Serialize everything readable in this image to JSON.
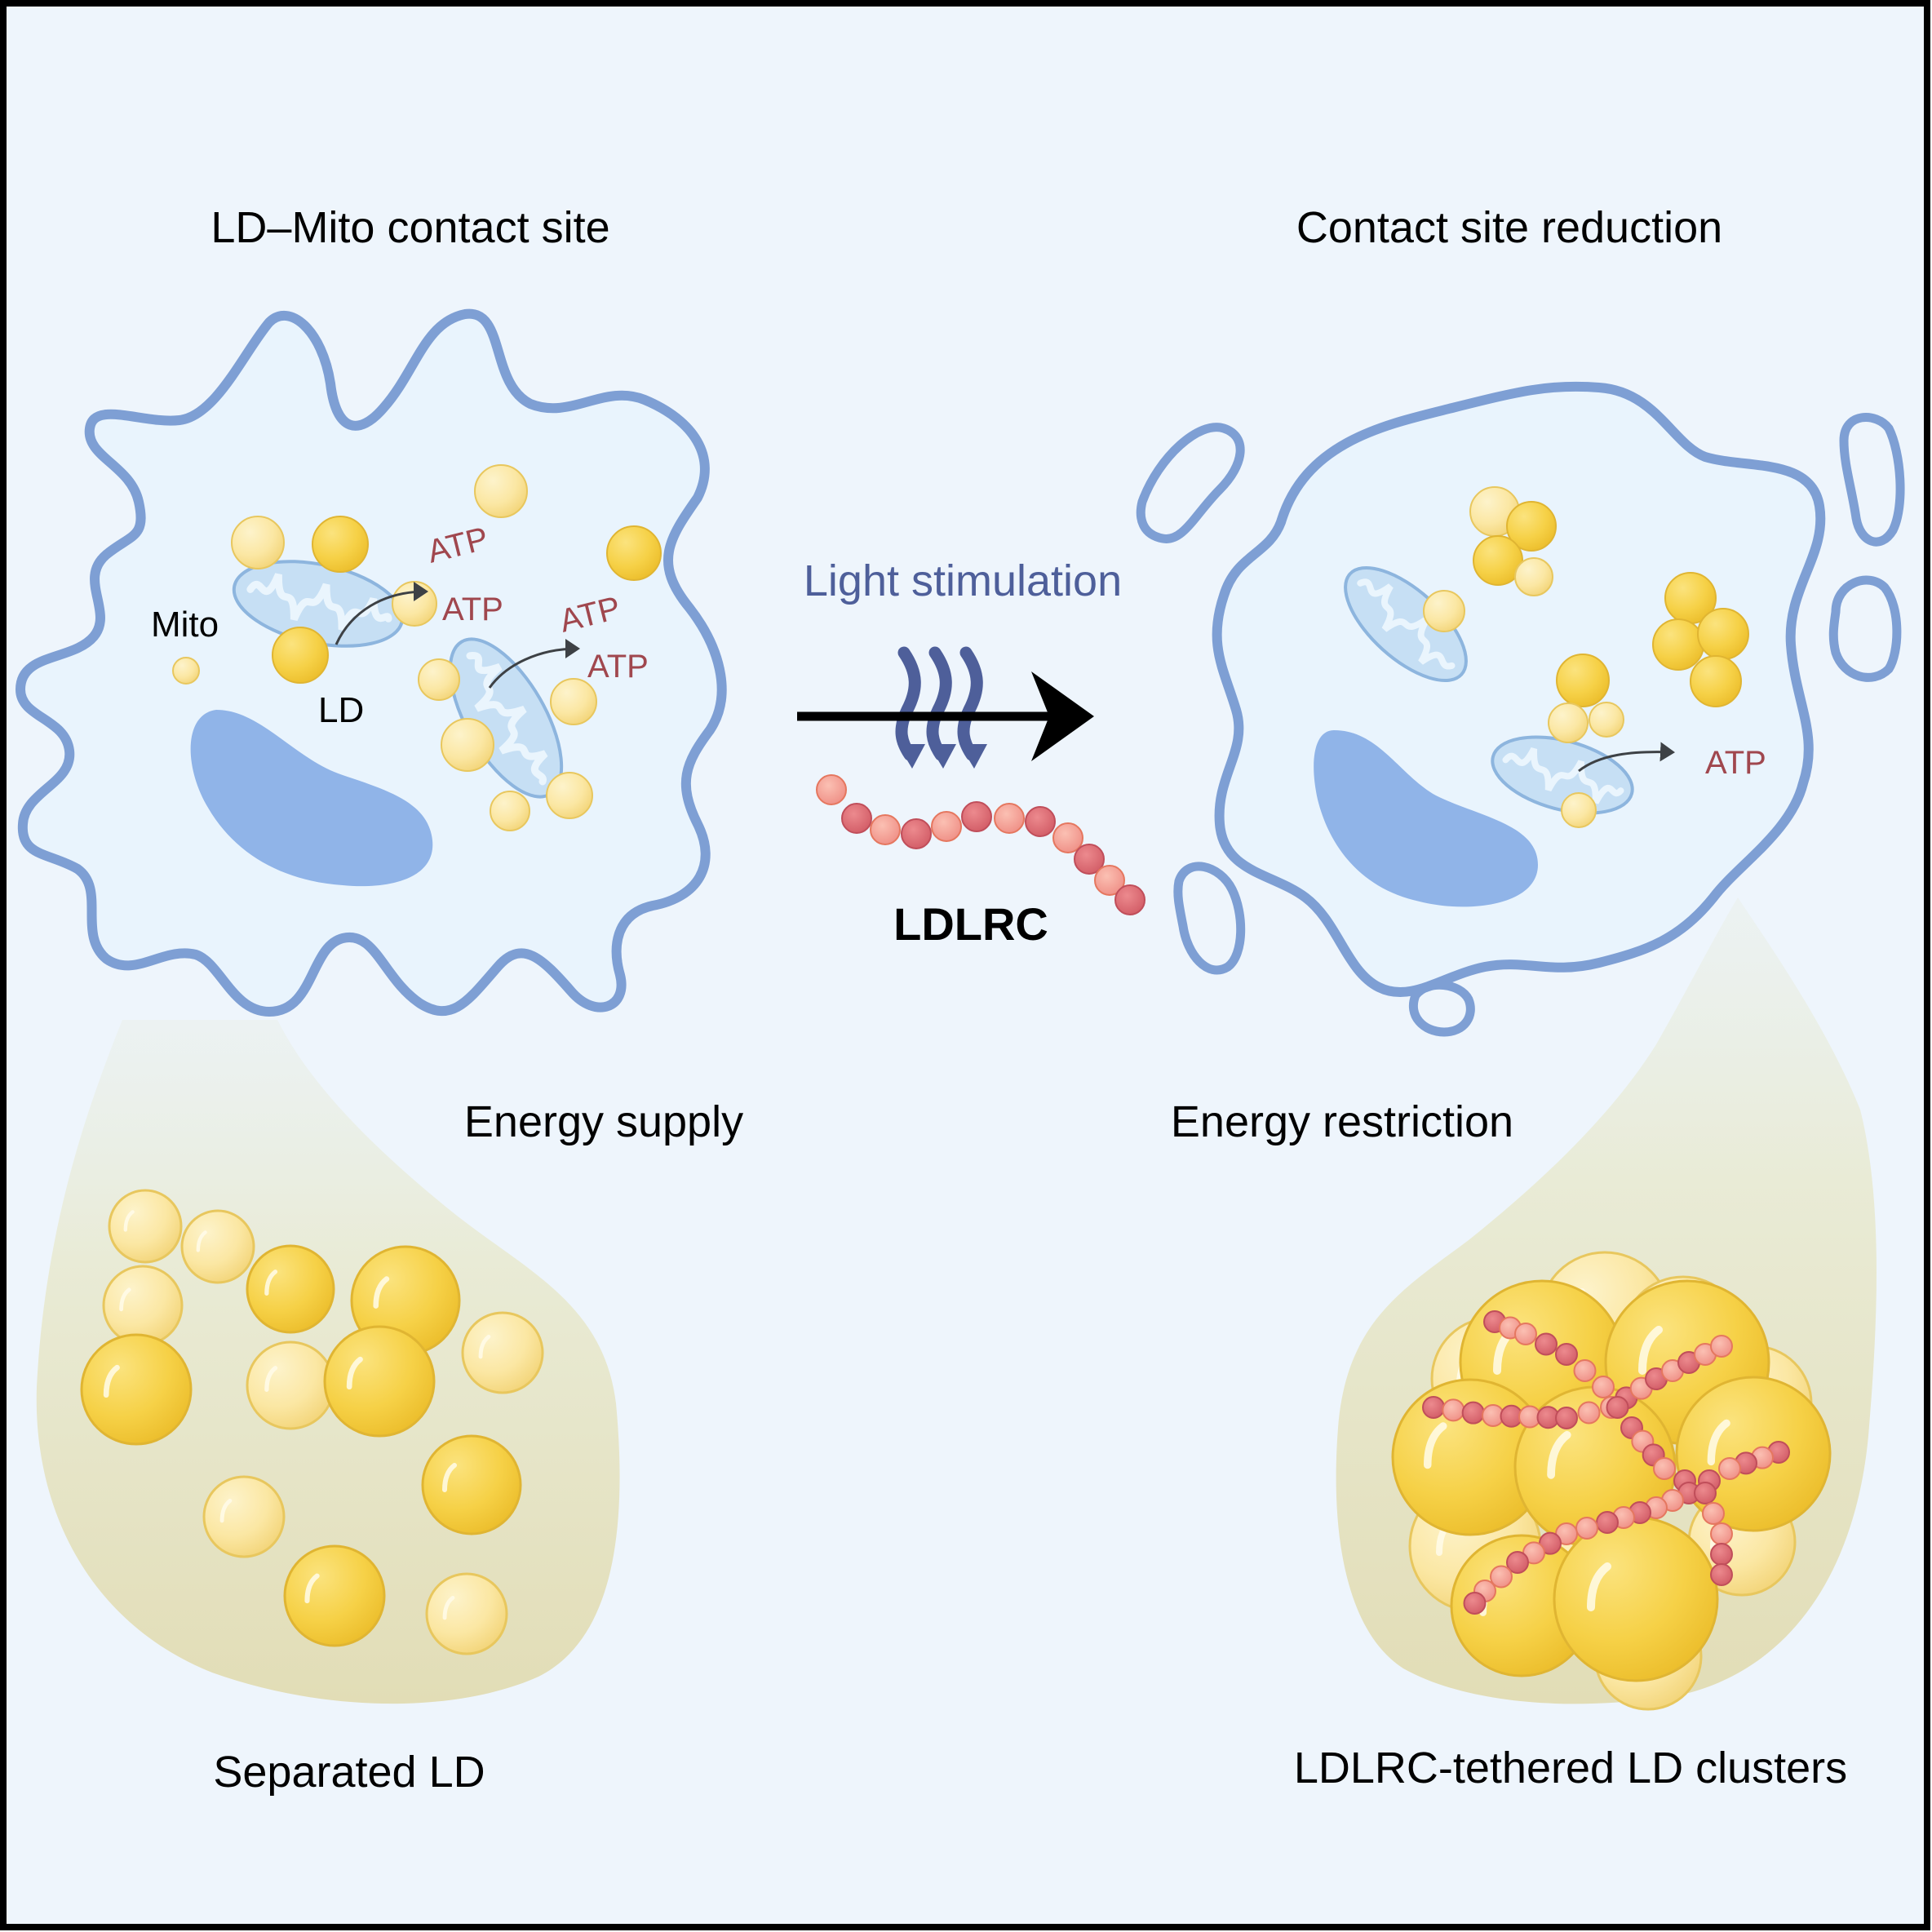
{
  "figure": {
    "left_panel": {
      "title": "LD–Mito contact site",
      "mito_label": "Mito",
      "ld_label": "LD",
      "atp_labels": [
        "ATP",
        "ATP",
        "ATP",
        "ATP"
      ],
      "state_label": "Energy supply",
      "zoom_caption": "Separated LD"
    },
    "middle": {
      "stimulus_label": "Light stimulation",
      "construct_label": "LDLRC"
    },
    "right_panel": {
      "title": "Contact site reduction",
      "atp_label": "ATP",
      "state_label": "Energy restriction",
      "zoom_caption": "LDLRC-tethered LD clusters"
    },
    "colors": {
      "background": "#EEF5FC",
      "border": "#000000",
      "membrane": "#7E9FD4",
      "cytoplasm": "#E9F4FD",
      "nucleus": "#90B4E8",
      "lipid_droplet": "#F5D24A",
      "lipid_droplet_light": "#FBE9A6",
      "mitochondrion": "#A9CBEB",
      "atp_text": "#A0474E",
      "light_text": "#4E5F9A",
      "ldlrc_dark": "#D7626A",
      "ldlrc_light": "#F19A90",
      "zoom_bag": "#E4E1BC"
    }
  }
}
